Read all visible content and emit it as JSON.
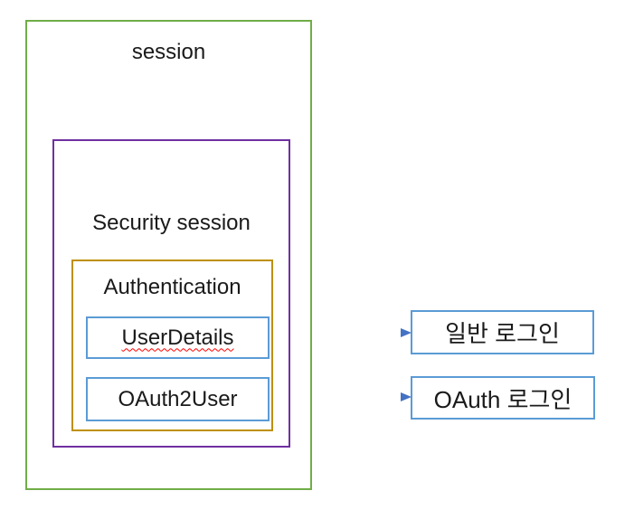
{
  "diagram": {
    "nodes": {
      "session_label": "session",
      "security_session_label": "Security session",
      "authentication_label": "Authentication",
      "user_details_label": "UserDetails",
      "oauth2_user_label": "OAuth2User",
      "general_login_label": "일반 로그인",
      "oauth_login_label": "OAuth 로그인"
    },
    "arrows": [
      {
        "from": "user_details",
        "to": "general_login"
      },
      {
        "from": "oauth2_user",
        "to": "oauth_login"
      }
    ],
    "annotations": {
      "user_details_spellcheck": "red-wavy-underline"
    }
  },
  "colors": {
    "session_border": "#70AD47",
    "security_border": "#7030A0",
    "auth_border": "#BF9000",
    "node_border": "#5B9BD5",
    "arrow_light": "#A6C5E8",
    "arrow_dark": "#4472C4",
    "squiggle_red": "#FF0000",
    "background": "#FFFFFF",
    "text": "#1A1A1A"
  }
}
